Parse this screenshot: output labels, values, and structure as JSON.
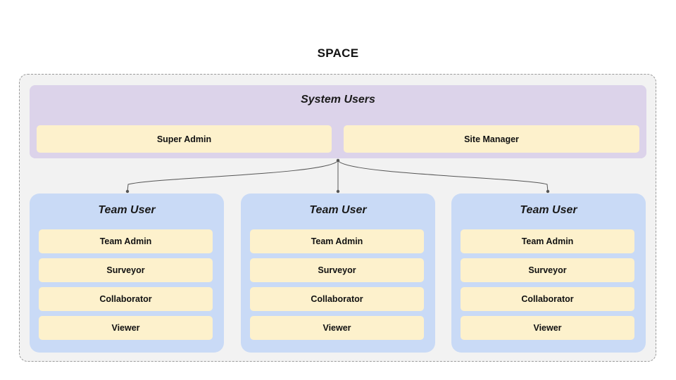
{
  "space": {
    "title": "SPACE"
  },
  "system_users": {
    "title": "System Users",
    "roles": [
      "Super Admin",
      "Site Manager"
    ]
  },
  "teams": [
    {
      "title": "Team User",
      "roles": [
        "Team Admin",
        "Surveyor",
        "Collaborator",
        "Viewer"
      ]
    },
    {
      "title": "Team User",
      "roles": [
        "Team Admin",
        "Surveyor",
        "Collaborator",
        "Viewer"
      ]
    },
    {
      "title": "Team User",
      "roles": [
        "Team Admin",
        "Surveyor",
        "Collaborator",
        "Viewer"
      ]
    }
  ],
  "colors": {
    "space_fill": "#f2f2f2",
    "system_fill": "#dcd3ea",
    "team_fill": "#c9daf6",
    "role_fill": "#fdf1cc",
    "connector": "#555555"
  }
}
